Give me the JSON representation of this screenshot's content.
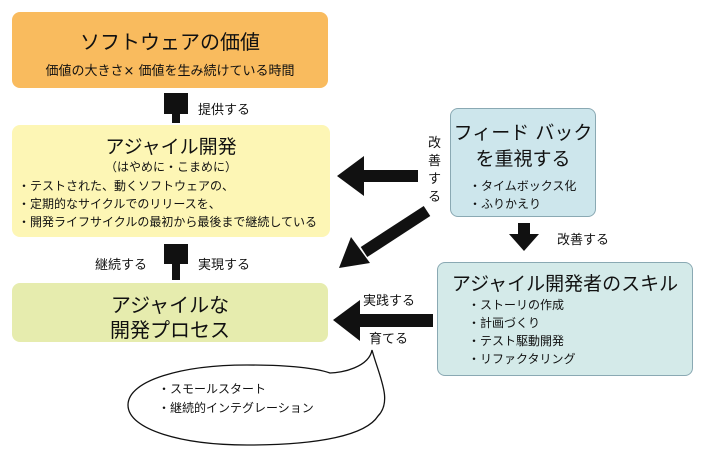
{
  "value_box": {
    "title": "ソフトウェアの価値",
    "subtitle": "価値の大きさ× 価値を生み続けている時間"
  },
  "agile_box": {
    "title": "アジャイル開発",
    "subtitle": "（はやめに・こまめに）",
    "bullets": [
      "・テストされた、動くソフトウェアの、",
      "・定期的なサイクルでのリリースを、",
      "・開発ライフサイクルの最初から最後まで継続している"
    ]
  },
  "process_box": {
    "line1": "アジャイルな",
    "line2": "開発プロセス"
  },
  "feedback_box": {
    "line1": "フィード バック",
    "line2": "を重視する",
    "items": [
      "・タイムボックス化",
      "・ふりかえり"
    ]
  },
  "skills_box": {
    "title": "アジャイル開発者のスキル",
    "items": [
      "・ストーリの作成",
      "・計画づくり",
      "・テスト駆動開発",
      "・リファクタリング"
    ]
  },
  "bubble": {
    "items": [
      "・スモールスタート",
      "・継続的インテグレーション"
    ]
  },
  "labels": {
    "provide": "提供する",
    "improve_vertical": [
      "改",
      "善",
      "す",
      "る"
    ],
    "improve": "改善する",
    "continue": "継続する",
    "realize": "実現する",
    "practice": "実践する",
    "nurture": "育てる"
  },
  "colors": {
    "value_box": "#f9bb5e",
    "agile_box": "#fdf6b5",
    "process_box": "#e6ecae",
    "feedback_box": "#cde6ec",
    "skills_box": "#d4eae9",
    "arrow": "#111111"
  }
}
